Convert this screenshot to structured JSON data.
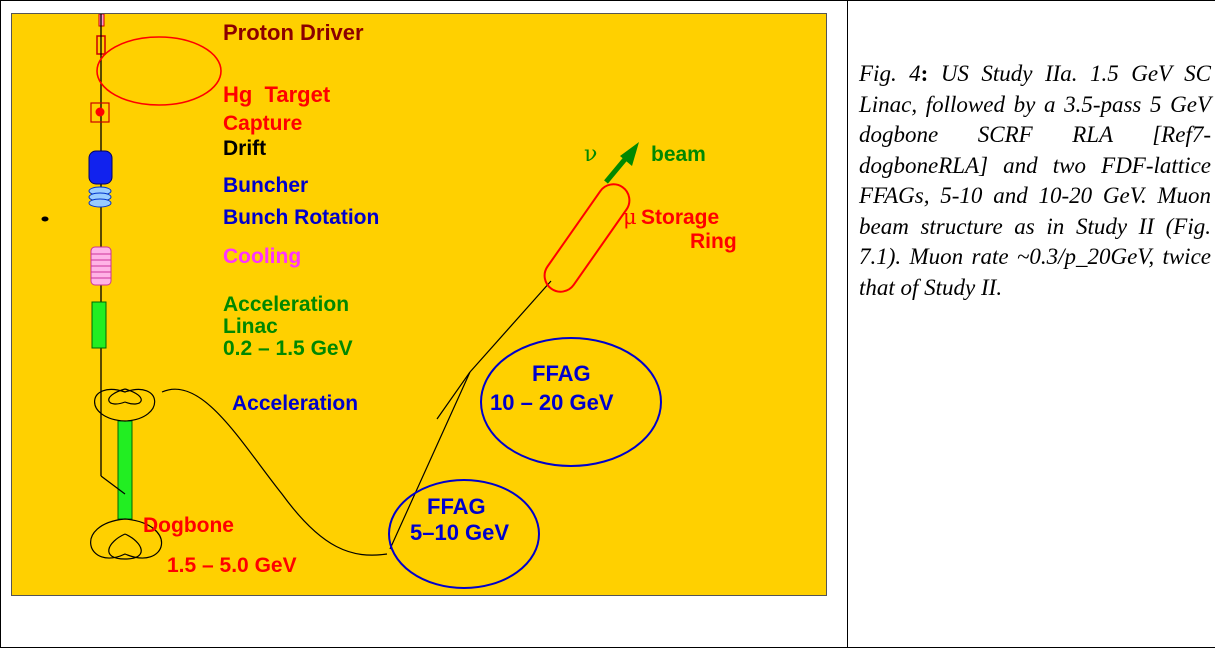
{
  "diagram": {
    "labels": {
      "proton_driver": "Proton Driver",
      "hg_target": "Hg  Target",
      "capture": "Capture",
      "drift": "Drift",
      "buncher": "Buncher",
      "bunch_rotation": "Bunch Rotation",
      "cooling": "Cooling",
      "acceleration_linac_1": "Acceleration",
      "acceleration_linac_2": "Linac",
      "acceleration_linac_3": "0.2 – 1.5 GeV",
      "acceleration": "Acceleration",
      "dogbone": "Dogbone",
      "dogbone_energy": "1.5 – 5.0 GeV",
      "ffag_high_1": "FFAG",
      "ffag_high_2": "10 – 20 GeV",
      "ffag_low_1": "FFAG",
      "ffag_low_2": "5–10 GeV",
      "nu_symbol": "ν",
      "beam": "beam",
      "mu_symbol": "μ",
      "storage_1": "Storage",
      "storage_2": "Ring"
    },
    "colors": {
      "background": "#FFD000",
      "dark_red": "#8B0000",
      "red": "#FF0000",
      "black": "#000000",
      "blue": "#0000CC",
      "magenta": "#FF33FF",
      "green": "#008800",
      "bright_green": "#00DD00"
    }
  },
  "caption": {
    "fig_label": "Fig. 4",
    "colon": ":",
    "text": " US Study IIa. 1.5 GeV SC Linac, followed by a 3.5-pass 5 GeV dogbone SCRF RLA [Ref7-dogboneRLA] and two FDF-lattice FFAGs, 5-10 and 10-20 GeV. Muon beam structure as in Study II (Fig. 7.1).  Muon rate ~0.3/p_20GeV, twice that of Study II."
  }
}
